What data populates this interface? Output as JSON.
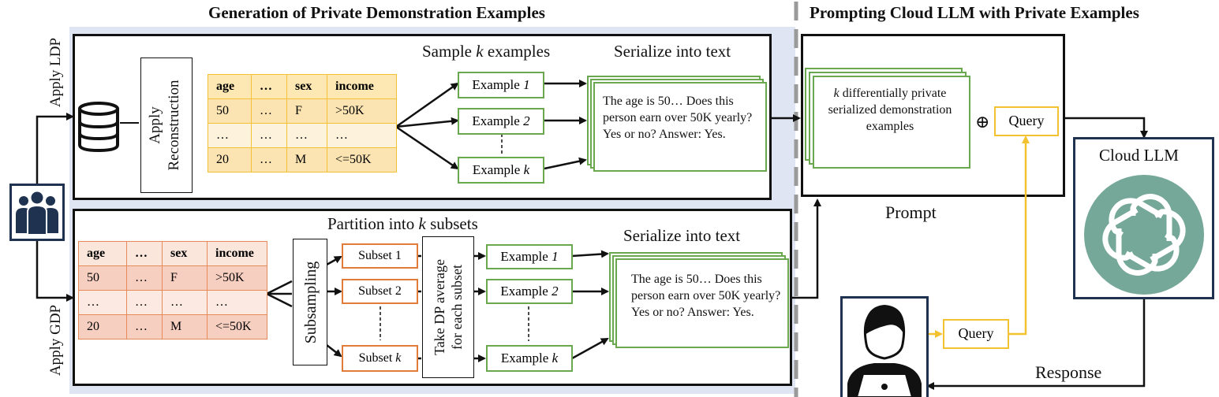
{
  "headers": {
    "left": "Generation of Private Demonstration Examples",
    "right": "Prompting Cloud LLM with Private Examples"
  },
  "side_labels": {
    "ldp": "Apply LDP",
    "gdp": "Apply GDP"
  },
  "ldp": {
    "reconstruction_lines": [
      "Apply",
      "Reconstruction"
    ],
    "table": {
      "headers": [
        "age",
        "…",
        "sex",
        "income"
      ],
      "rows": [
        [
          "50",
          "…",
          "F",
          ">50K"
        ],
        [
          "…",
          "…",
          "…",
          "…"
        ],
        [
          "20",
          "…",
          "M",
          "<=50K"
        ]
      ]
    },
    "sample_title_pre": "Sample ",
    "sample_title_k": "k",
    "sample_title_post": " examples",
    "examples": [
      {
        "prefix": "Example ",
        "index": "1"
      },
      {
        "prefix": "Example ",
        "index": "2"
      },
      {
        "prefix": "Example ",
        "index": "k"
      }
    ],
    "serialize_title": "Serialize into text",
    "serialized_text": "The age is 50… Does this person earn over 50K yearly? Yes or no? Answer: Yes."
  },
  "gdp": {
    "partition_title_pre": "Partition into ",
    "partition_title_k": "k",
    "partition_title_post": " subsets",
    "table": {
      "headers": [
        "age",
        "…",
        "sex",
        "income"
      ],
      "rows": [
        [
          "50",
          "…",
          "F",
          ">50K"
        ],
        [
          "…",
          "…",
          "…",
          "…"
        ],
        [
          "20",
          "…",
          "M",
          "<=50K"
        ]
      ]
    },
    "subsampling": "Subsampling",
    "subsets": [
      {
        "prefix": "Subset ",
        "index": "1"
      },
      {
        "prefix": "Subset ",
        "index": "2"
      },
      {
        "prefix": "Subset ",
        "index": "k"
      }
    ],
    "dp_average_lines": [
      "Take DP average",
      "for each subset"
    ],
    "examples": [
      {
        "prefix": "Example ",
        "index": "1"
      },
      {
        "prefix": "Example ",
        "index": "2"
      },
      {
        "prefix": "Example ",
        "index": "k"
      }
    ],
    "serialize_title": "Serialize into text",
    "serialized_text": "The age is 50… Does this person earn over 50K yearly? Yes or no? Answer: Yes."
  },
  "prompt": {
    "k": "k",
    "stack_text_rest": " differentially private serialized demonstration examples",
    "plus": "⊕",
    "query": "Query",
    "label": "Prompt"
  },
  "llm": {
    "label": "Cloud LLM",
    "icon": "openai-logo-icon"
  },
  "user": {
    "icon": "user-laptop-icon",
    "query": "Query"
  },
  "response": "Response",
  "colors": {
    "panel_bg": "#dfe5f3",
    "green": "#6aa84f",
    "orange": "#e07b39",
    "yellow": "#f2c230",
    "navy": "#1f3350",
    "teal": "#75a898"
  }
}
